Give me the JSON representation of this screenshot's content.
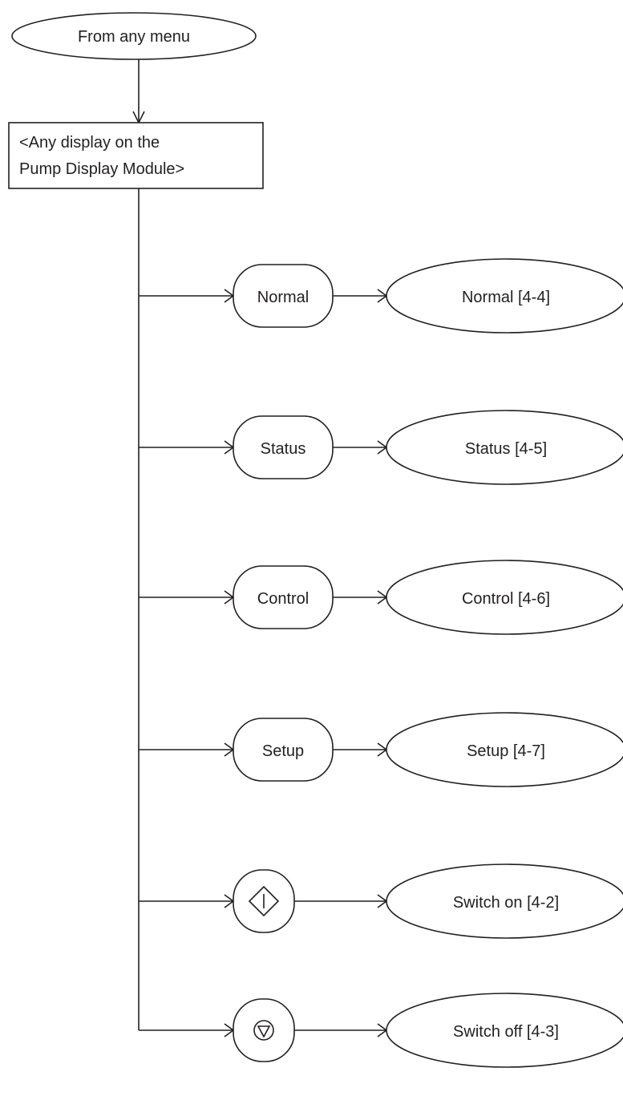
{
  "start": {
    "label": "From any menu"
  },
  "display_box": {
    "line1": "<Any display on the",
    "line2": "Pump Display Module>"
  },
  "branches": [
    {
      "key": "Normal",
      "target": "Normal [4-4]"
    },
    {
      "key": "Status",
      "target": "Status [4-5]"
    },
    {
      "key": "Control",
      "target": "Control [4-6]"
    },
    {
      "key": "Setup",
      "target": "Setup [4-7]"
    },
    {
      "key": "",
      "icon": "switch-on-icon",
      "target": "Switch on [4-2]"
    },
    {
      "key": "",
      "icon": "switch-off-icon",
      "target": "Switch off [4-3]"
    }
  ]
}
